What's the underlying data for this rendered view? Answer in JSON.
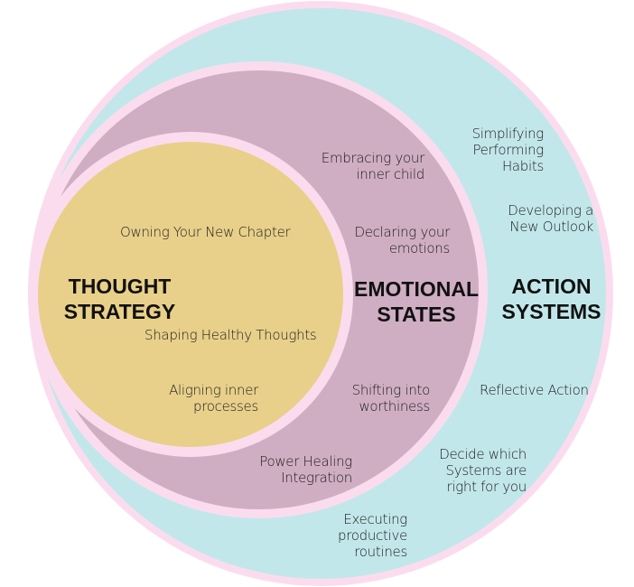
{
  "colors": {
    "border_pink": "#fbdcef",
    "action_teal": "#c2e7ea",
    "emotional_mauve": "#cfaec3",
    "thought_gold": "#e8d08a",
    "text": "#1c1c1c"
  },
  "rings": {
    "action": {
      "title": "ACTION\nSYSTEMS",
      "items": [
        "Simplifying\nPerforming\nHabits",
        "Developing a\nNew Outlook",
        "Reflective Action",
        "Decide which\nSystems are\nright for you",
        "Executing\nproductive\nroutines"
      ]
    },
    "emotional": {
      "title": "EMOTIONAL\nSTATES",
      "items": [
        "Embracing your\ninner child",
        "Declaring your\nemotions",
        "Shifting into\nworthiness",
        "Power Healing\nIntegration"
      ]
    },
    "thought": {
      "title": "THOUGHT\nSTRATEGY",
      "items": [
        "Owning Your New Chapter",
        "Shaping Healthy Thoughts",
        "Aligning inner\nprocesses"
      ]
    }
  }
}
